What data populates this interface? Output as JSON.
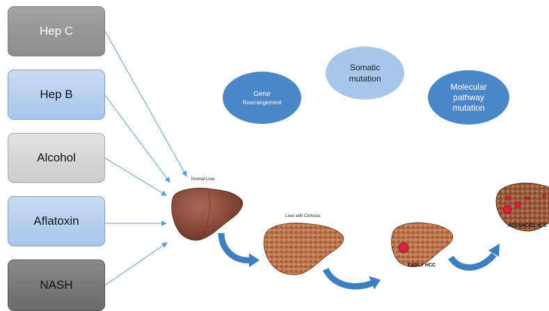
{
  "risk_factors": [
    "Hep C",
    "Hep B",
    "Alcohol",
    "Aflatoxin",
    "NASH"
  ],
  "mechanisms": {
    "gene_rearrangement": [
      "Gene",
      "Rearrangement"
    ],
    "somatic_mutation": [
      "Somatic",
      "mutation"
    ],
    "molecular_pathway_mutation": [
      "Molecular",
      "pathway",
      "mutation"
    ]
  },
  "stages": {
    "normal": "Normal Liver",
    "cirrhosis": "Liver with Cirrhosis",
    "early": "EARLY HCC",
    "advanced": "ADVANCED HCC"
  },
  "colors": {
    "connector": "#5b9bd5",
    "curved_arrow": "#3f7fc0",
    "liver_normal": "#8a4b3c",
    "liver_cirrhotic": "#b8714a",
    "tumor": "#d8213b"
  }
}
